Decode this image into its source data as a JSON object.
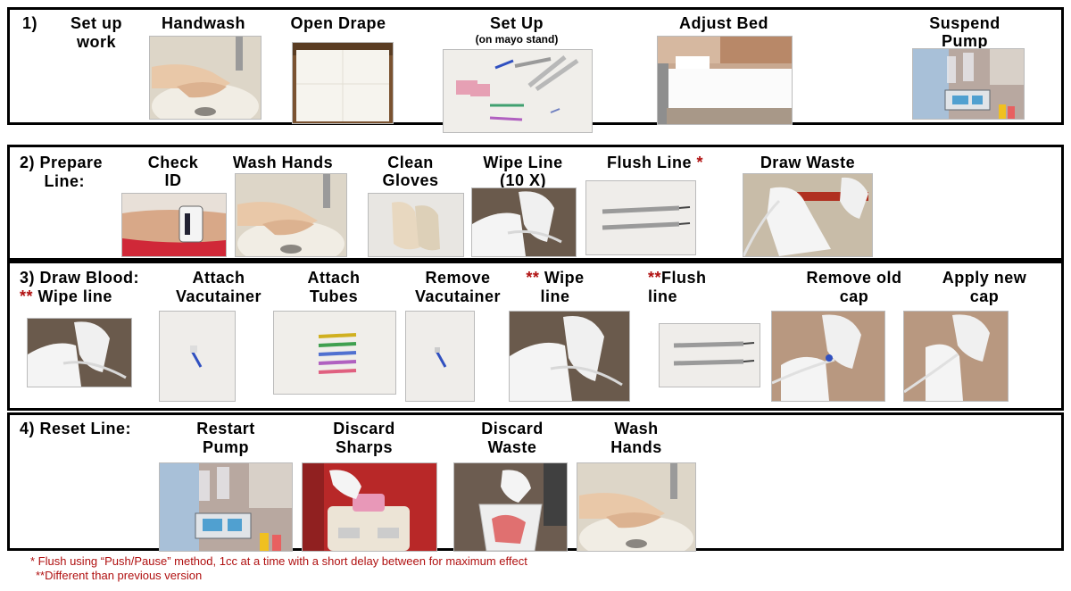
{
  "section1": {
    "number": "1)",
    "steps": [
      {
        "label": "Set up\nwork"
      },
      {
        "label": "Handwash"
      },
      {
        "label": "Open Drape"
      },
      {
        "label": "Set Up",
        "sublabel": "(on mayo stand)"
      },
      {
        "label": "Adjust Bed"
      },
      {
        "label": "Suspend\nPump"
      }
    ]
  },
  "section2": {
    "title": "2) Prepare\n     Line:",
    "steps": [
      {
        "label": "Check\nID"
      },
      {
        "label": "Wash Hands"
      },
      {
        "label": "Clean\nGloves"
      },
      {
        "label": "Wipe Line\n(10 X)"
      },
      {
        "label": "Flush Line",
        "marker": "*"
      },
      {
        "label": "Draw Waste"
      }
    ]
  },
  "section3": {
    "title": "3) Draw Blood:",
    "steps": [
      {
        "label": "Wipe line",
        "marker": "**"
      },
      {
        "label": "Attach\nVacutainer"
      },
      {
        "label": "Attach\nTubes"
      },
      {
        "label": "Remove\nVacutainer"
      },
      {
        "label": "Wipe\nline",
        "marker": "**"
      },
      {
        "label": "Flush\nline",
        "marker": "**"
      },
      {
        "label": "Remove old\ncap"
      },
      {
        "label": "Apply new\ncap"
      }
    ]
  },
  "section4": {
    "title": "4) Reset Line:",
    "steps": [
      {
        "label": "Restart\nPump"
      },
      {
        "label": "Discard\nSharps"
      },
      {
        "label": "Discard\nWaste"
      },
      {
        "label": "Wash\nHands"
      }
    ]
  },
  "footnotes": [
    "* Flush using “Push/Pause” method, 1cc at a time with a short delay between for maximum effect",
    "**Different than previous version"
  ],
  "colors": {
    "border": "#000000",
    "marker": "#b01010",
    "skin": "#e9c8a8",
    "glove": "#f2f2f2",
    "sink": "#e8e2d6",
    "drape": "#f6f4ee"
  }
}
